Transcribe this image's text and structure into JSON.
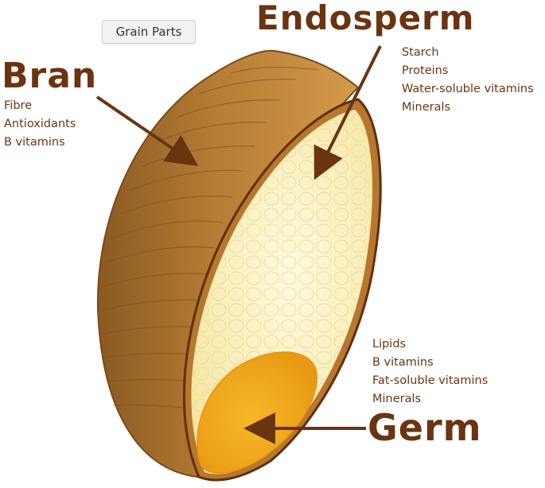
{
  "colors": {
    "label_brown": "#6b3410",
    "heading_brown": "#6b3410",
    "bran_outer": "#a8742e",
    "bran_inner": "#c98c3c",
    "endosperm": "#fbf3c4",
    "germ": "#f3ac22"
  },
  "tooltip": {
    "text": "Grain Parts"
  },
  "bran": {
    "heading": "Bran",
    "items": [
      "Fibre",
      "Antioxidants",
      "B vitamins"
    ]
  },
  "endosperm": {
    "heading": "Endosperm",
    "items": [
      "Starch",
      "Proteins",
      "Water-soluble vitamins",
      "Minerals"
    ]
  },
  "germ": {
    "heading": "Germ",
    "items": [
      "Lipids",
      "B vitamins",
      "Fat-soluble vitamins",
      "Minerals"
    ]
  }
}
